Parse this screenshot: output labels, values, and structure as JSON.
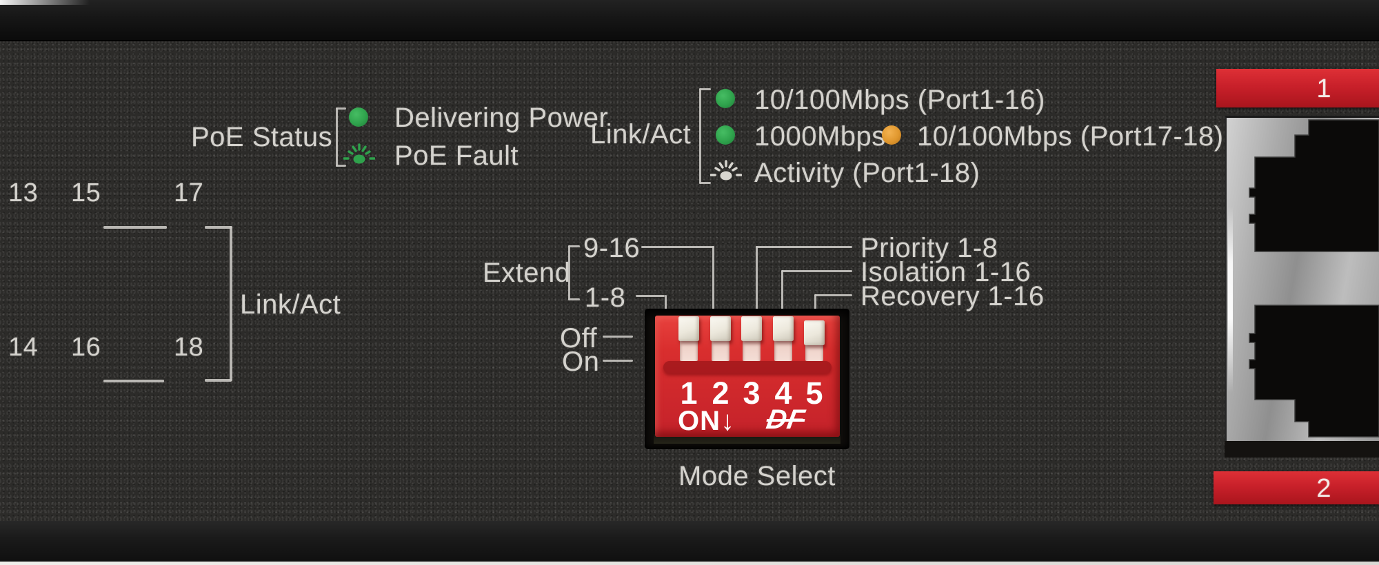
{
  "colors": {
    "accent_red": "#c8202a",
    "led_green": "#2fa24c",
    "led_orange": "#e0972e",
    "marking": "#d4d2cd",
    "dip_red": "#d92e2e"
  },
  "poe_status": {
    "label": "PoE Status",
    "delivering_power": "Delivering Power",
    "poe_fault": "PoE Fault"
  },
  "link_act_legend": {
    "label": "Link/Act",
    "row1": {
      "led": "green",
      "text": "10/100Mbps (Port1-16)"
    },
    "row2a": {
      "led": "green",
      "text": "1000Mbps"
    },
    "row2b": {
      "led": "orange",
      "text": "10/100Mbps (Port17-18)"
    },
    "row3": {
      "led": "white-blink",
      "text": "Activity (Port1-18)"
    }
  },
  "left_ports": {
    "top": [
      "13",
      "15",
      "17"
    ],
    "bottom": [
      "14",
      "16",
      "18"
    ],
    "bracket_label": "Link/Act"
  },
  "mode_select": {
    "extend_label": "Extend",
    "extend_range_top": "9-16",
    "extend_range_bottom": "1-8",
    "priority_label": "Priority 1-8",
    "isolation_label": "Isolation 1-16",
    "recovery_label": "Recovery 1-16",
    "off_label": "Off",
    "on_label": "On",
    "switch_numbers": [
      "1",
      "2",
      "3",
      "4",
      "5"
    ],
    "switch_states": [
      "off",
      "off",
      "off",
      "off",
      "off"
    ],
    "on_direction": "ON↓",
    "dip_logo": "DF",
    "caption": "Mode Select"
  },
  "uplink_ports": {
    "port1_label": "1",
    "port2_label": "2"
  }
}
